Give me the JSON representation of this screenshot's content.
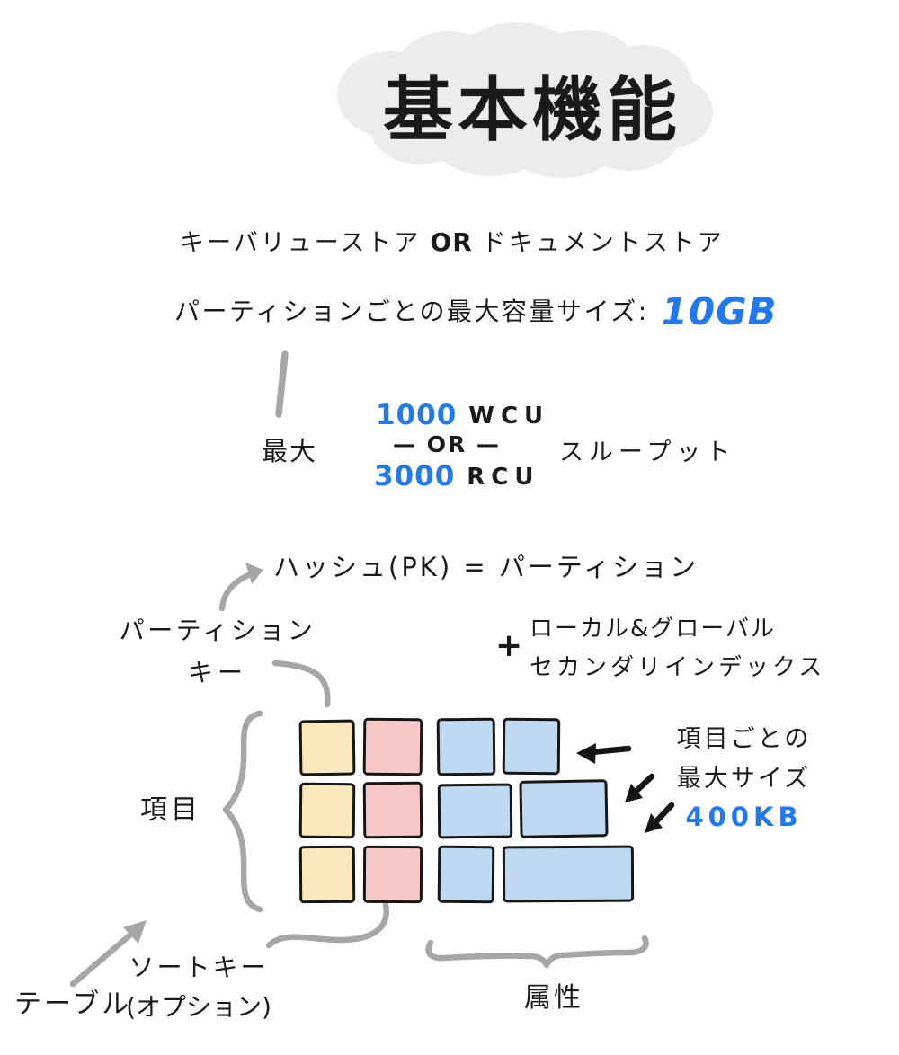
{
  "title": "基本機能",
  "store_line": {
    "left": "キーバリューストア",
    "or": "OR",
    "right": "ドキュメントストア"
  },
  "partition_size": {
    "label": "パーティションごとの最大容量サイズ:",
    "value": "10GB"
  },
  "throughput": {
    "max_label": "最大",
    "wcu_value": "1000",
    "wcu_unit": "WCU",
    "or_label": "— OR —",
    "rcu_value": "3000",
    "rcu_unit": "RCU",
    "label": "スループット"
  },
  "hash_line": "ハッシュ(PK) = パーティション",
  "partition_key": {
    "line1": "パーティション",
    "line2": "キー"
  },
  "secondary_index": {
    "plus": "+",
    "line1": "ローカル&グローバル",
    "line2": "セカンダリインデックス"
  },
  "item_label": "項目",
  "item_size": {
    "line1": "項目ごとの",
    "line2": "最大サイズ",
    "value": "400KB"
  },
  "table_label": "テーブル",
  "sort_key": {
    "line1": "ソートキー",
    "line2": "(オプション)"
  },
  "attributes_label": "属性",
  "table": {
    "columns": [
      {
        "role": "partition-key",
        "color_key": "cell_yellow",
        "cell_count": 3
      },
      {
        "role": "sort-key",
        "color_key": "cell_pink",
        "cell_count": 3
      },
      {
        "role": "attributes",
        "color_key": "cell_blue",
        "cell_count": 6
      }
    ]
  },
  "colors": {
    "ink": "#1a1a1a",
    "accent_blue": "#2279ef",
    "gray": "#a6a6a6",
    "cell_yellow": "#fae7ba",
    "cell_pink": "#f7c9c6",
    "cell_blue": "#c0d9f3",
    "cloud": "#ececec"
  }
}
